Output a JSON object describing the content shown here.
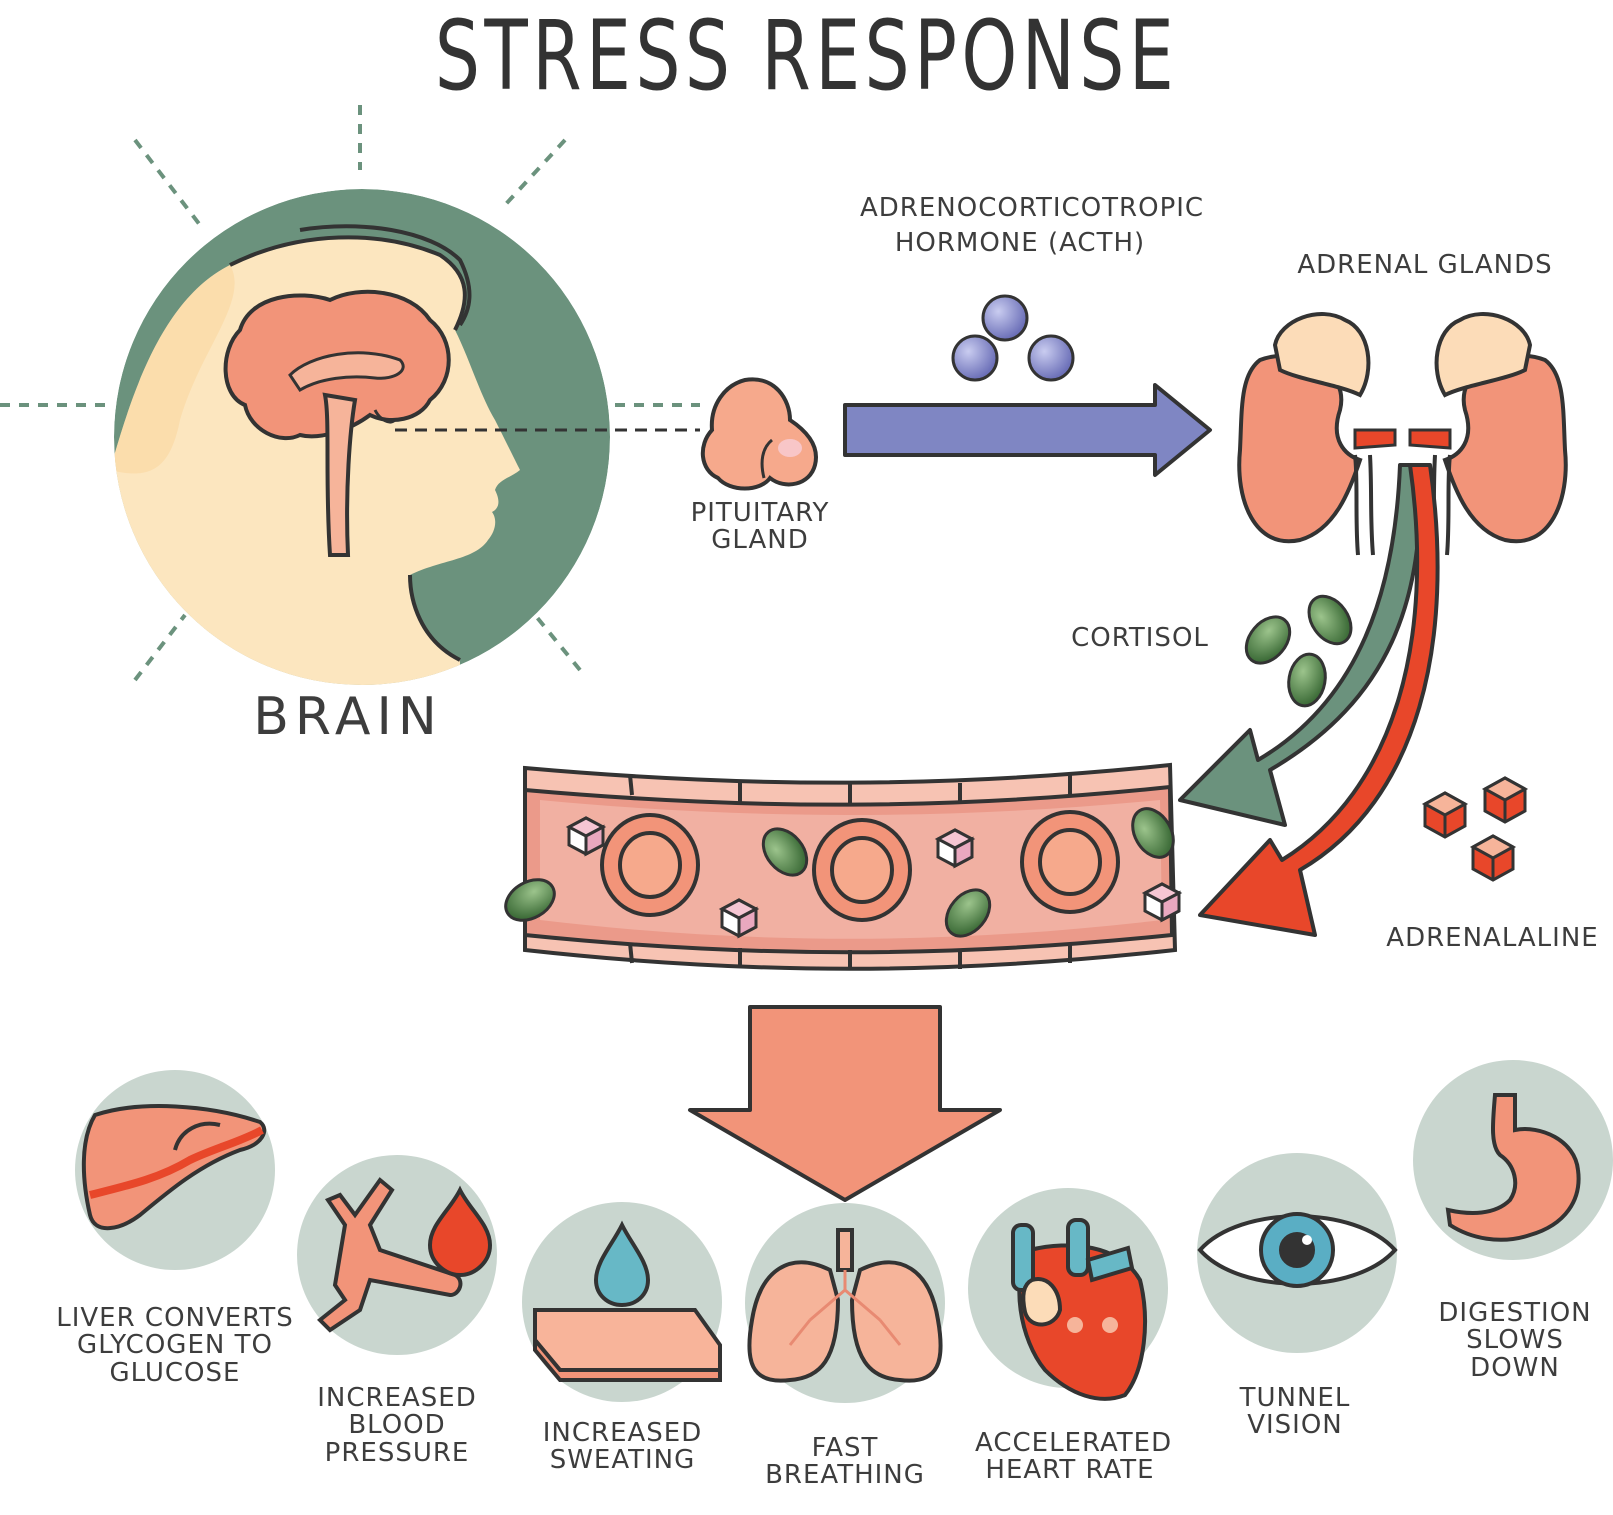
{
  "title": "STRESS RESPONSE",
  "labels": {
    "brain": "BRAIN",
    "pituitary": "PITUITARY GLAND",
    "acth_line1": "ADRENOCORTICOTROPIC",
    "acth_line2": "HORMONE (ACTH)",
    "adrenal": "ADRENAL GLANDS",
    "cortisol": "CORTISOL",
    "adrenaline": "ADRENALALINE"
  },
  "effects": [
    {
      "icon": "liver-icon",
      "lines": [
        "LIVER CONVERTS",
        "GLYCOGEN TO",
        "GLUCOSE"
      ]
    },
    {
      "icon": "blood-vessel-icon",
      "lines": [
        "INCREASED",
        "BLOOD",
        "PRESSURE"
      ]
    },
    {
      "icon": "sweat-drop-icon",
      "lines": [
        "INCREASED",
        "SWEATING"
      ]
    },
    {
      "icon": "lungs-icon",
      "lines": [
        "FAST",
        "BREATHING"
      ]
    },
    {
      "icon": "heart-icon",
      "lines": [
        "ACCELERATED",
        "HEART RATE"
      ]
    },
    {
      "icon": "eye-icon",
      "lines": [
        "TUNNEL",
        "VISION"
      ]
    },
    {
      "icon": "stomach-icon",
      "lines": [
        "DIGESTION",
        "SLOWS DOWN"
      ]
    }
  ],
  "colors": {
    "green": "#6b927d",
    "salmon": "#f29479",
    "red": "#e8472a",
    "purple": "#8088c4",
    "iconBg": "#c9d6cf",
    "skin": "#fde8c4"
  }
}
